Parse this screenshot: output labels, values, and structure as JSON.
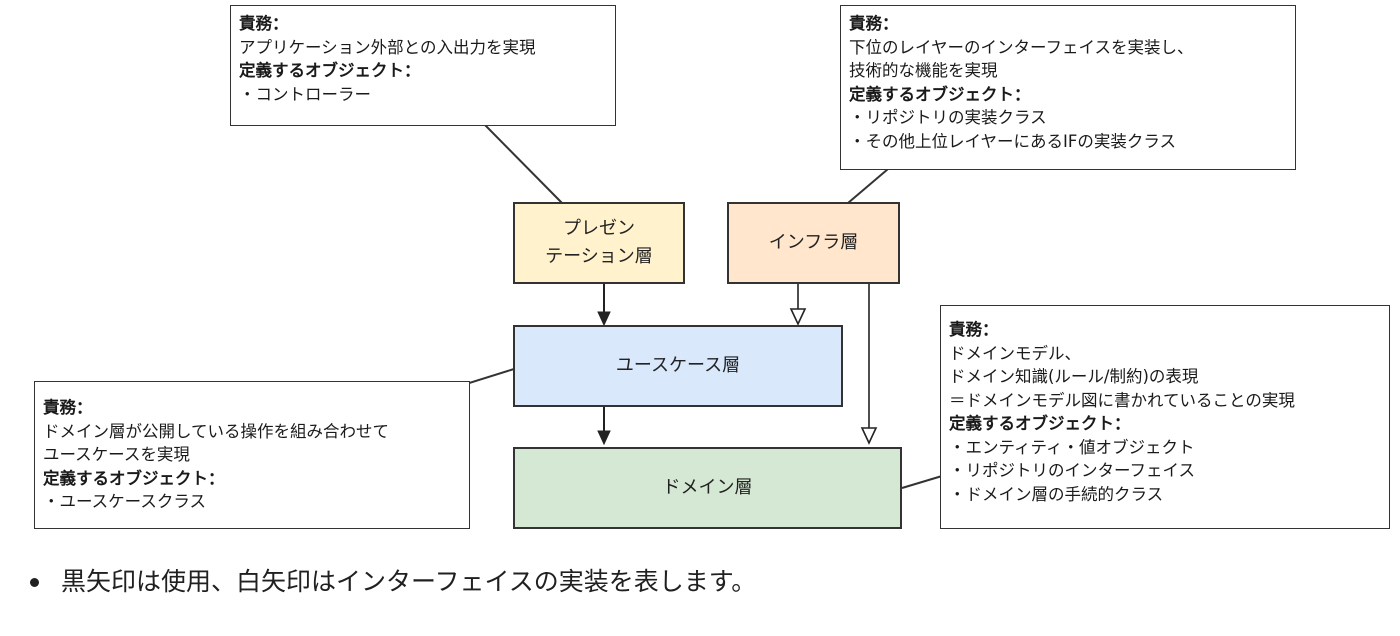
{
  "notes": {
    "presentation": {
      "lines": [
        "責務：",
        "アプリケーション外部との入出力を実現",
        "定義するオブジェクト：",
        "・コントローラー"
      ]
    },
    "infra": {
      "lines": [
        "責務：",
        "下位のレイヤーのインターフェイスを実装し、",
        "技術的な機能を実現",
        "定義するオブジェクト：",
        "・リポジトリの実装クラス",
        "・その他上位レイヤーにあるIFの実装クラス"
      ]
    },
    "usecase": {
      "lines": [
        "責務：",
        "ドメイン層が公開している操作を組み合わせて",
        "ユースケースを実現",
        "定義するオブジェクト：",
        "・ユースケースクラス"
      ]
    },
    "domain": {
      "lines": [
        "責務：",
        "ドメインモデル、",
        "ドメイン知識(ルール/制約)の表現",
        "＝ドメインモデル図に書かれていることの実現",
        "定義するオブジェクト：",
        "・エンティティ・値オブジェクト",
        "・リポジトリのインターフェイス",
        "・ドメイン層の手続的クラス"
      ]
    }
  },
  "layers": {
    "presentation": {
      "line1": "プレゼン",
      "line2": "テーション層",
      "fill": "#fff2cc"
    },
    "infra": {
      "label": "インフラ層",
      "fill": "#ffe6cc"
    },
    "usecase": {
      "label": "ユースケース層",
      "fill": "#dae8fc"
    },
    "domain": {
      "label": "ドメイン層",
      "fill": "#d5e8d4"
    }
  },
  "caption": "黒矢印は使用、白矢印はインターフェイスの実装を表します。"
}
